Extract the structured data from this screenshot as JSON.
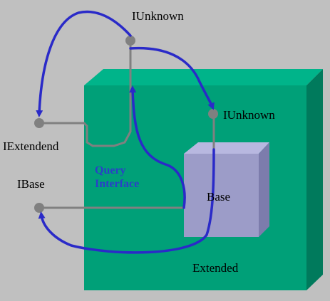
{
  "labels": {
    "iunknown_top": "IUnknown",
    "iunknown_inner": "IUnknown",
    "iextended": "IExtendend",
    "ibase": "IBase",
    "query_line1": "Query",
    "query_line2": "Interface",
    "base": "Base",
    "extended": "Extended"
  },
  "colors": {
    "background": "#c0c0c0",
    "extended_front": "#00a078",
    "extended_top": "#00b48a",
    "extended_side": "#007a5c",
    "base_front": "#9c9cc8",
    "base_top": "#b8b8e0",
    "base_side": "#7c7cac",
    "connector": "#808080",
    "arrow": "#2a2ac8",
    "query_text": "#2a3fc8"
  }
}
